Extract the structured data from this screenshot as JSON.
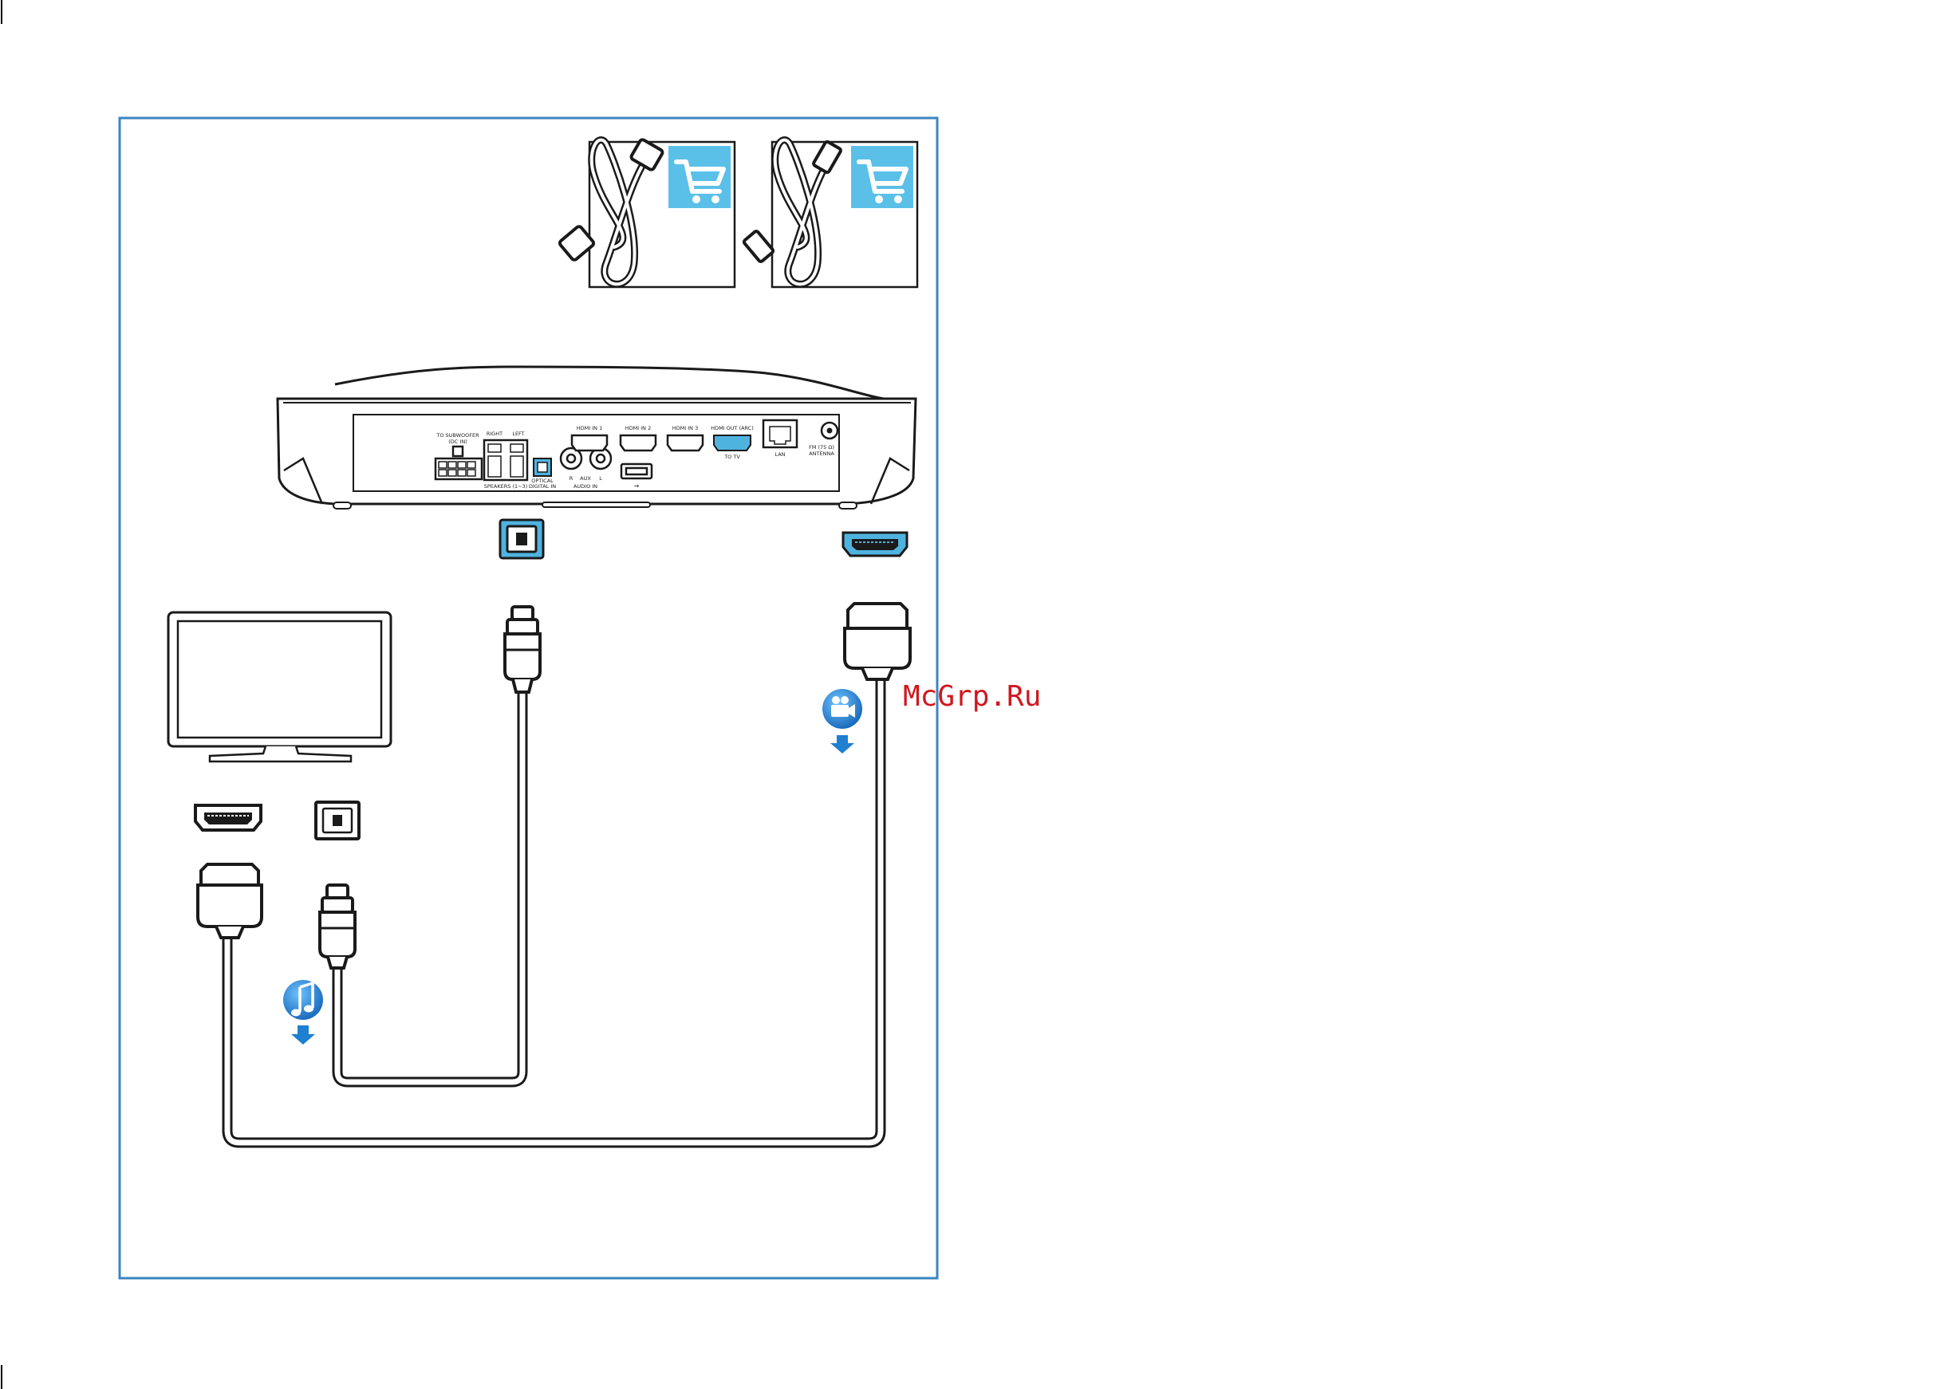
{
  "watermark": "McGrp.Ru",
  "device": {
    "ports": {
      "subwoofer": "TO SUBWOOFER",
      "dc_in": "(DC IN)",
      "right": "RIGHT",
      "left": "LEFT",
      "speakers": "SPEAKERS (1~3)",
      "optical": "OPTICAL",
      "digital_in": "DIGITAL IN",
      "r": "R",
      "aux": "AUX",
      "l": "L",
      "audio_in": "AUDIO IN",
      "hdmi_in_1": "HDMI IN 1",
      "hdmi_in_2": "HDMI IN 2",
      "hdmi_in_3": "HDMI IN 3",
      "hdmi_out": "HDMI OUT (ARC)",
      "to_tv": "TO TV",
      "lan": "LAN",
      "fm": "FM (75 Ω)",
      "antenna": "ANTENNA"
    }
  },
  "colors": {
    "frame": "#3a86c0",
    "highlight": "#4fb3e0",
    "cart_bg": "#5bc0e8",
    "watermark": "#d0181f",
    "badge": "#1f7fd0"
  },
  "icons": {
    "cart": "shopping-cart-icon",
    "audio": "music-note-icon",
    "video": "video-camera-icon",
    "arrow": "arrow-down-icon"
  }
}
